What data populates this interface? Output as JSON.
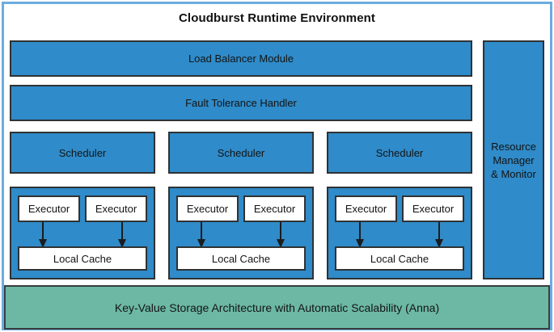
{
  "diagram": {
    "title": "Cloudburst Runtime Environment",
    "colors": {
      "module_blue": "#2f8bc9",
      "storage_teal": "#6cb8a4",
      "border_dark": "#2f3234",
      "frame_blue": "#6bace0",
      "box_white": "#ffffff"
    },
    "bands": [
      {
        "label": "Load Balancer Module"
      },
      {
        "label": "Fault Tolerance Handler"
      }
    ],
    "schedulers": [
      {
        "label": "Scheduler"
      },
      {
        "label": "Scheduler"
      },
      {
        "label": "Scheduler"
      }
    ],
    "worker_groups": [
      {
        "executors": [
          {
            "label": "Executor"
          },
          {
            "label": "Executor"
          }
        ],
        "cache": {
          "label": "Local Cache"
        }
      },
      {
        "executors": [
          {
            "label": "Executor"
          },
          {
            "label": "Executor"
          }
        ],
        "cache": {
          "label": "Local Cache"
        }
      },
      {
        "executors": [
          {
            "label": "Executor"
          },
          {
            "label": "Executor"
          }
        ],
        "cache": {
          "label": "Local Cache"
        }
      }
    ],
    "sidebar": {
      "label": "Resource\nManager\n& Monitor"
    },
    "storage": {
      "label": "Key-Value Storage Architecture with Automatic Scalability (Anna)"
    }
  }
}
